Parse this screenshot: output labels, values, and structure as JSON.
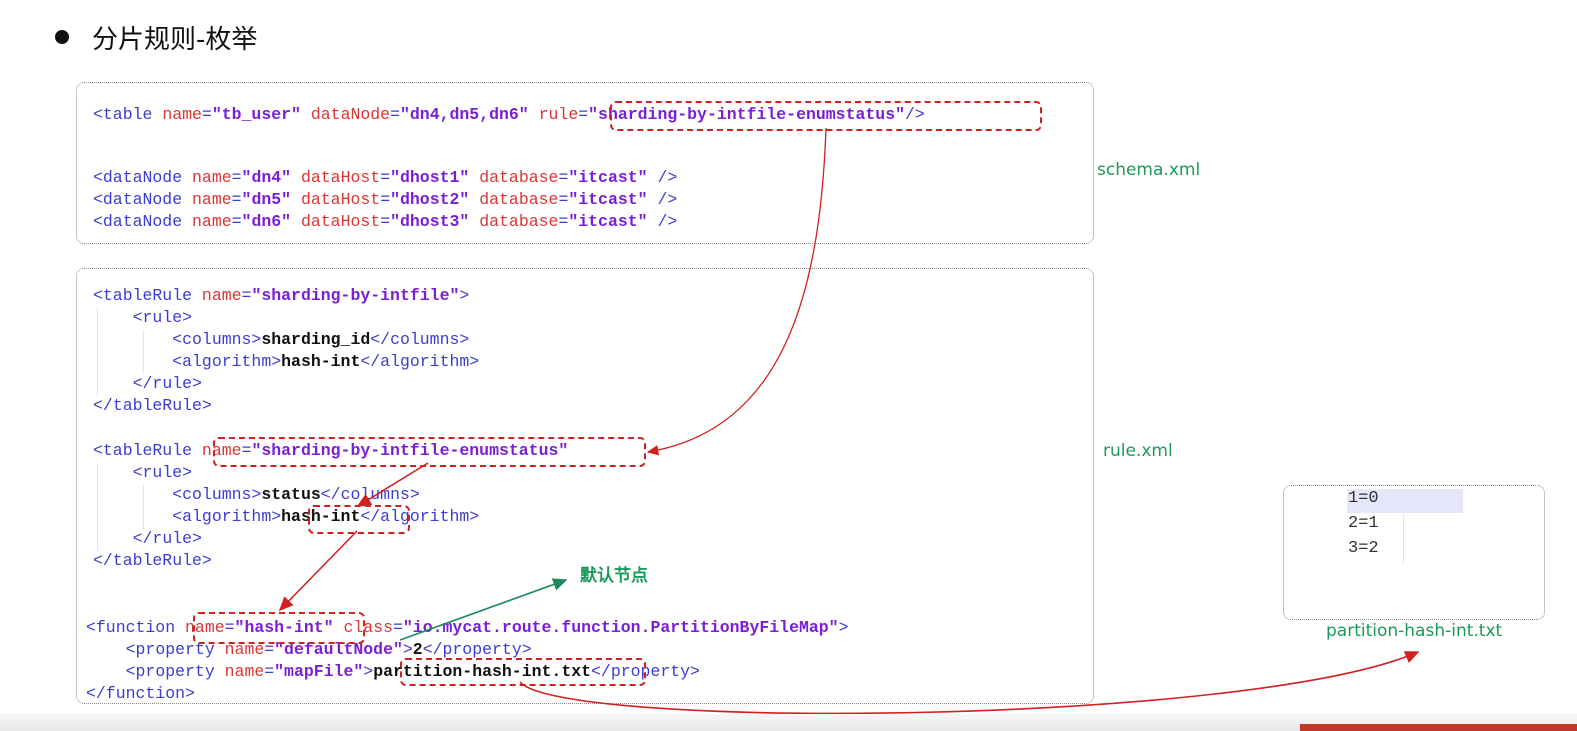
{
  "title": "分片规则-枚举",
  "schema": {
    "file_label": "schema.xml",
    "table_line": {
      "open": "<table ",
      "a1": "name",
      "eq1": "=",
      "v1": "\"tb_user\"",
      "sp1": " ",
      "a2": "dataNode",
      "eq2": "=",
      "v2": "\"dn4,dn5,dn6\"",
      "sp2": " ",
      "a3": "rule",
      "eq3": "=",
      "v3": "\"sharding-by-intfile-enumstatus\"",
      "close": "/>"
    },
    "datanodes": [
      {
        "name": "\"dn4\"",
        "host": "\"dhost1\"",
        "db": "\"itcast\""
      },
      {
        "name": "\"dn5\"",
        "host": "\"dhost2\"",
        "db": "\"itcast\""
      },
      {
        "name": "\"dn6\"",
        "host": "\"dhost3\"",
        "db": "\"itcast\""
      }
    ],
    "dn_open": "<dataNode ",
    "dn_name_attr": "name",
    "dn_host_attr": "dataHost",
    "dn_db_attr": "database",
    "dn_close": " />"
  },
  "rule": {
    "file_label": "rule.xml",
    "tr_open": "<tableRule ",
    "tr_close": "</tableRule>",
    "name_attr": "name",
    "rule_open": "<rule>",
    "rule_close": "</rule>",
    "col_open": "<columns>",
    "col_close": "</columns>",
    "alg_open": "<algorithm>",
    "alg_close": "</algorithm>",
    "block1": {
      "name": "\"sharding-by-intfile\"",
      "column": "sharding_id",
      "algorithm": "hash-int"
    },
    "block2": {
      "name": "\"sharding-by-intfile-enumstatus\"",
      "column": "status",
      "algorithm": "hash-int"
    },
    "function": {
      "open": "<function ",
      "name_attr": "name",
      "name_val": "\"hash-int\"",
      "class_attr": "class",
      "class_val": "\"io.mycat.route.function.PartitionByFileMap\"",
      "end": ">",
      "prop_open": "<property ",
      "prop_close": "</property>",
      "p1_name": "\"defaultNode\"",
      "p1_val": "2",
      "p2_name": "\"mapFile\"",
      "p2_val": "partition-hash-int.txt",
      "close": "</function>"
    },
    "default_node_label": "默认节点"
  },
  "mapfile": {
    "file_label": "partition-hash-int.txt",
    "lines": [
      "1=0",
      "2=1",
      "3=2"
    ]
  }
}
